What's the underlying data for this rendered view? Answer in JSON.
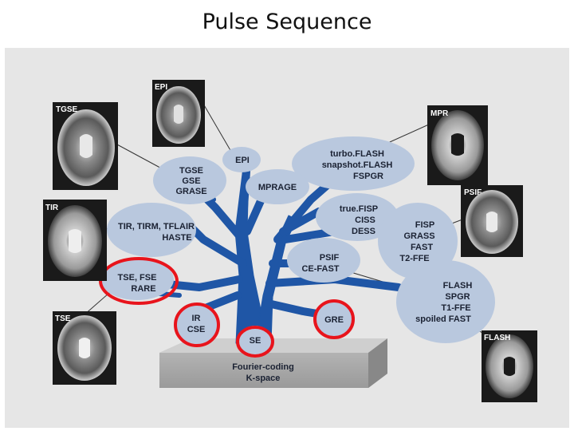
{
  "title": "Pulse Sequence",
  "images": [
    {
      "id": "tgse",
      "label": "TGSE"
    },
    {
      "id": "epi",
      "label": "EPI"
    },
    {
      "id": "mpr",
      "label": "MPR"
    },
    {
      "id": "tir",
      "label": "TIR"
    },
    {
      "id": "psif",
      "label": "PSIF"
    },
    {
      "id": "tse",
      "label": "TSE"
    },
    {
      "id": "flash",
      "label": "FLASH"
    }
  ],
  "nodes": [
    {
      "id": "epi",
      "lines": [
        "EPI"
      ]
    },
    {
      "id": "tgse",
      "lines": [
        "TGSE",
        "GSE",
        "GRASE"
      ]
    },
    {
      "id": "turboflash",
      "lines": [
        "turbo.FLASH",
        "snapshot.FLASH",
        "FSPGR"
      ]
    },
    {
      "id": "mprage",
      "lines": [
        "MPRAGE"
      ]
    },
    {
      "id": "tir",
      "lines": [
        "TIR, TIRM, TFLAIR",
        "HASTE"
      ]
    },
    {
      "id": "truefisp",
      "lines": [
        "true.FISP",
        "CISS",
        "DESS"
      ]
    },
    {
      "id": "fisp",
      "lines": [
        "FISP",
        "GRASS",
        "FAST",
        "T2-FFE"
      ]
    },
    {
      "id": "psif",
      "lines": [
        "PSIF",
        "CE-FAST"
      ]
    },
    {
      "id": "tse",
      "lines": [
        "TSE, FSE",
        "RARE"
      ]
    },
    {
      "id": "flash",
      "lines": [
        "FLASH",
        "SPGR",
        "T1-FFE",
        "spoiled FAST"
      ]
    },
    {
      "id": "ir",
      "lines": [
        "IR",
        "CSE"
      ]
    },
    {
      "id": "gre",
      "lines": [
        "GRE"
      ]
    },
    {
      "id": "se",
      "lines": [
        "SE"
      ]
    }
  ],
  "base": {
    "lines": [
      "Fourier-coding",
      "K-space"
    ]
  },
  "highlight_color": "#e8141c",
  "tree_color": "#1f56a6",
  "blob_color": "#b9c8de"
}
